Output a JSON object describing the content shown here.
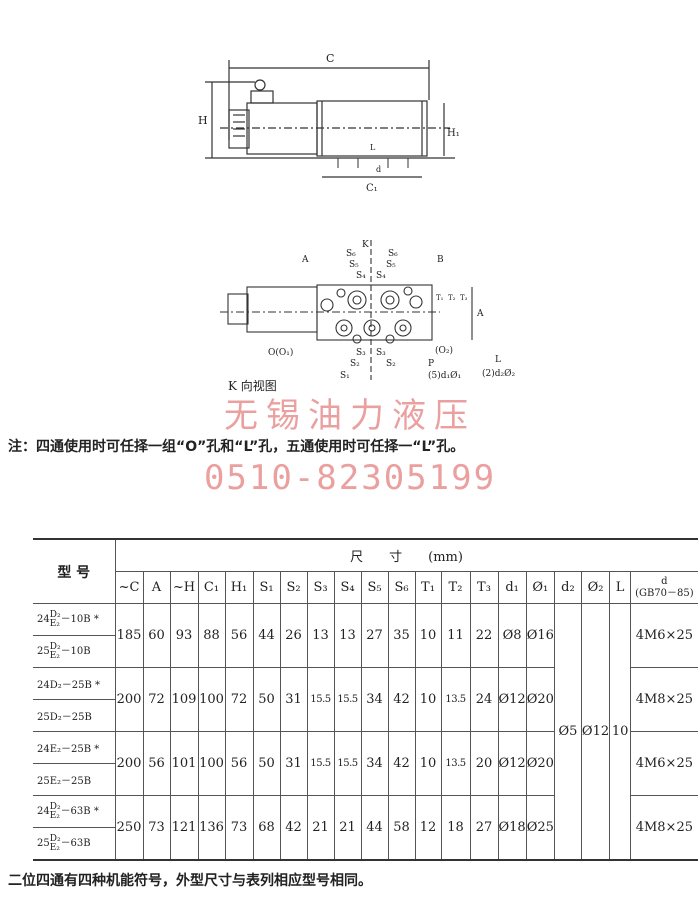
{
  "drawing_top": {
    "labels": {
      "C": "C",
      "H": "H",
      "H1": "H₁",
      "C1": "C₁",
      "L": "L",
      "d": "d"
    }
  },
  "drawing_k": {
    "labels": {
      "K": "K",
      "S6": "S₆",
      "S5": "S₅",
      "S4": "S₄",
      "S3": "S₃",
      "S2": "S₂",
      "S1": "S₁",
      "A_port": "A",
      "B_port": "B",
      "O": "O(O₁)",
      "O2": "(O₂)",
      "P": "P",
      "L": "L",
      "d2": "(2)d₂Ø₂",
      "d1": "(5)d₁Ø₁",
      "T1": "T₁",
      "T2": "T₂",
      "T3": "T₃",
      "A_dim": "A"
    },
    "caption": "K 向视图"
  },
  "watermark": {
    "company": "无锡油力液压",
    "phone": "0510-82305199"
  },
  "note_top": "注：四通使用时可任择一组“O”孔和“L”孔，五通使用时可任择一“L”孔。",
  "table": {
    "model_header": "型 号",
    "size_header": "尺　　寸　　(mm)",
    "columns": [
      "~C",
      "A",
      "~H",
      "C₁",
      "H₁",
      "S₁",
      "S₂",
      "S₃",
      "S₄",
      "S₅",
      "S₆",
      "T₁",
      "T₂",
      "T₃",
      "d₁",
      "Ø₁",
      "d₂",
      "Ø₂",
      "L"
    ],
    "d_header": "d",
    "d_header_std": "(GB70－85)",
    "shared": {
      "d2": "Ø5",
      "o2": "Ø12",
      "L": "10"
    },
    "groups": [
      {
        "models": [
          {
            "pre": "24",
            "sup": "D₂",
            "sub": "E₂",
            "post": "－10B *"
          },
          {
            "pre": "25",
            "sup": "D₂",
            "sub": "E₂",
            "post": "－10B"
          }
        ],
        "values": [
          "185",
          "60",
          "93",
          "88",
          "56",
          "44",
          "26",
          "13",
          "13",
          "27",
          "35",
          "10",
          "11",
          "22",
          "Ø8",
          "Ø16"
        ],
        "d": "4M6×25"
      },
      {
        "models": [
          {
            "pre": "24D₂",
            "sup": "",
            "sub": "",
            "post": "－25B *"
          },
          {
            "pre": "25D₂",
            "sup": "",
            "sub": "",
            "post": "－25B"
          }
        ],
        "values": [
          "200",
          "72",
          "109",
          "100",
          "72",
          "50",
          "31",
          "15.5",
          "15.5",
          "34",
          "42",
          "10",
          "13.5",
          "24",
          "Ø12",
          "Ø20"
        ],
        "d": "4M8×25"
      },
      {
        "models": [
          {
            "pre": "24E₂",
            "sup": "",
            "sub": "",
            "post": "－25B *"
          },
          {
            "pre": "25E₂",
            "sup": "",
            "sub": "",
            "post": "－25B"
          }
        ],
        "values": [
          "200",
          "56",
          "101",
          "100",
          "56",
          "50",
          "31",
          "15.5",
          "15.5",
          "34",
          "42",
          "10",
          "13.5",
          "20",
          "Ø12",
          "Ø20"
        ],
        "d": "4M6×25"
      },
      {
        "models": [
          {
            "pre": "24",
            "sup": "D₂",
            "sub": "E₂",
            "post": "－63B *"
          },
          {
            "pre": "25",
            "sup": "D₂",
            "sub": "E₂",
            "post": "－63B"
          }
        ],
        "values": [
          "250",
          "73",
          "121",
          "136",
          "73",
          "68",
          "42",
          "21",
          "21",
          "44",
          "58",
          "12",
          "18",
          "27",
          "Ø18",
          "Ø25"
        ],
        "d": "4M8×25"
      }
    ]
  },
  "note_bottom": "二位四通有四种机能符号，外型尺寸与表列相应型号相同。"
}
